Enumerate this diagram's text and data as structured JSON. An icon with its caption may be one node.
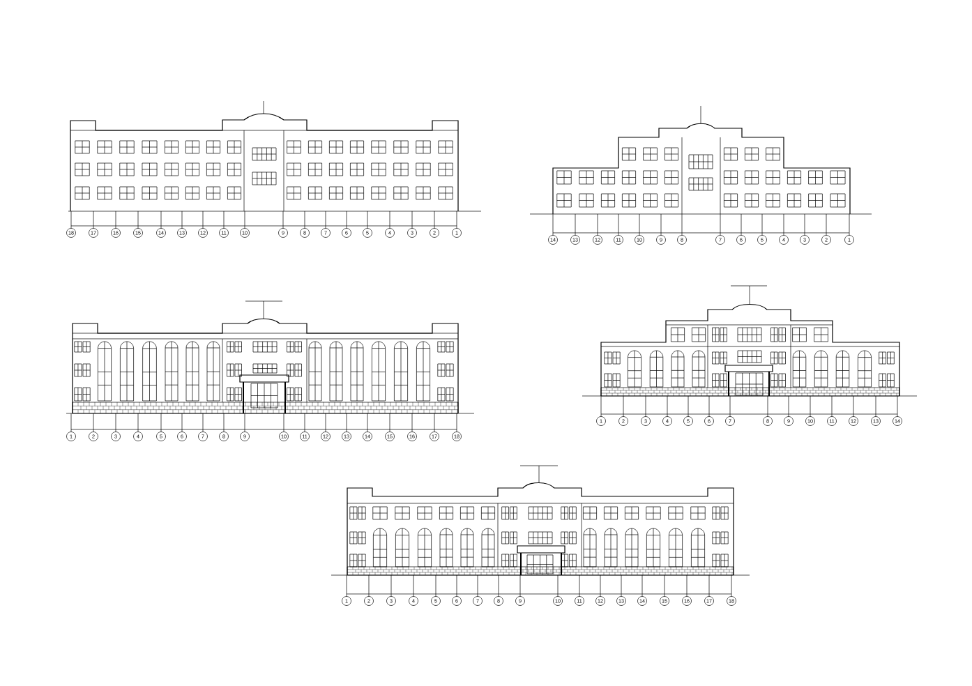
{
  "diagram": {
    "labels": [
      "18",
      "17",
      "16",
      "15",
      "14",
      "13",
      "12",
      "11",
      "10",
      "9",
      "8",
      "7",
      "6",
      "5",
      "4",
      "3",
      "2",
      "1",
      "14",
      "13",
      "12",
      "11",
      "10",
      "9",
      "8",
      "7",
      "6",
      "5",
      "4",
      "3",
      "2",
      "1",
      "1",
      "2",
      "3",
      "4",
      "5",
      "6",
      "7",
      "8",
      "9",
      "10",
      "11",
      "12",
      "13",
      "14",
      "15",
      "16",
      "17",
      "18",
      "1",
      "2",
      "3",
      "4",
      "5",
      "6",
      "7",
      "8",
      "9",
      "10",
      "11",
      "12",
      "13",
      "14",
      "1",
      "2",
      "3",
      "4",
      "5",
      "6",
      "7",
      "8",
      "9",
      "10",
      "11",
      "12",
      "13",
      "14",
      "15",
      "16",
      "17",
      "18"
    ]
  }
}
